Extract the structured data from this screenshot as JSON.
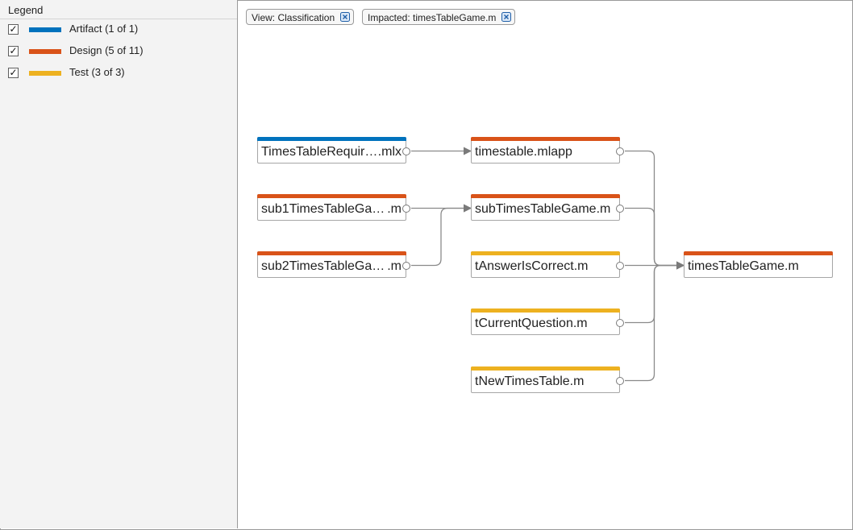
{
  "legend": {
    "title": "Legend",
    "items": [
      {
        "label": "Artifact (1 of 1)",
        "checked": "✓",
        "color": "#0072bd"
      },
      {
        "label": "Design (5 of 11)",
        "checked": "✓",
        "color": "#d95319"
      },
      {
        "label": "Test (3 of 3)",
        "checked": "✓",
        "color": "#edb120"
      }
    ]
  },
  "filters": [
    {
      "label": "View: Classification",
      "icon": "clear-filter-icon"
    },
    {
      "label": "Impacted: timesTableGame.m",
      "icon": "clear-filter-icon"
    }
  ],
  "nodes": {
    "n1": {
      "label": "TimesTableRequir…",
      "ext": ".mlx",
      "category": "Artifact"
    },
    "n2": {
      "label": "sub1TimesTableGa…",
      "ext": ".m",
      "category": "Design"
    },
    "n3": {
      "label": "sub2TimesTableGa…",
      "ext": ".m",
      "category": "Design"
    },
    "n4": {
      "label": "timestable.mlapp",
      "ext": "",
      "category": "Design"
    },
    "n5": {
      "label": "subTimesTableGame.m",
      "ext": "",
      "category": "Design"
    },
    "n6": {
      "label": "tAnswerIsCorrect.m",
      "ext": "",
      "category": "Test"
    },
    "n7": {
      "label": "tCurrentQuestion.m",
      "ext": "",
      "category": "Test"
    },
    "n8": {
      "label": "tNewTimesTable.m",
      "ext": "",
      "category": "Test"
    },
    "n9": {
      "label": "timesTableGame.m",
      "ext": "",
      "category": "Design"
    }
  },
  "edges": [
    [
      "n1",
      "n4"
    ],
    [
      "n2",
      "n5"
    ],
    [
      "n3",
      "n5"
    ],
    [
      "n4",
      "n9"
    ],
    [
      "n5",
      "n9"
    ],
    [
      "n6",
      "n9"
    ],
    [
      "n7",
      "n9"
    ],
    [
      "n8",
      "n9"
    ]
  ]
}
